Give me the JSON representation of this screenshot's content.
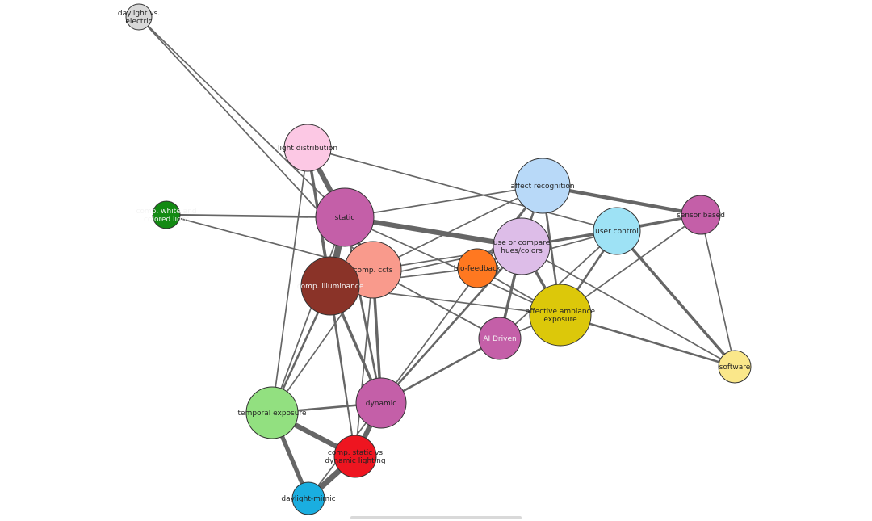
{
  "graph": {
    "nodes": [
      {
        "id": "daylight-vs-electric",
        "lines": [
          "daylight vs.",
          "electric"
        ],
        "color": "#d9d9d9"
      },
      {
        "id": "light-distribution",
        "lines": [
          "light distribution"
        ],
        "color": "#fcc8e4"
      },
      {
        "id": "comp-white-colored",
        "lines": [
          "comp. white and",
          "colored light"
        ],
        "color": "#138a13"
      },
      {
        "id": "static",
        "lines": [
          "static"
        ],
        "color": "#c45fa8"
      },
      {
        "id": "comp-ccts",
        "lines": [
          "comp. ccts"
        ],
        "color": "#f99a8c"
      },
      {
        "id": "comp-illuminance",
        "lines": [
          "comp. illuminance"
        ],
        "color": "#8a3328"
      },
      {
        "id": "affect-recognition",
        "lines": [
          "affect recognition"
        ],
        "color": "#b8d9f8"
      },
      {
        "id": "sensor-based",
        "lines": [
          "sensor based"
        ],
        "color": "#c45fa8"
      },
      {
        "id": "user-control",
        "lines": [
          "user control"
        ],
        "color": "#9ee2f5"
      },
      {
        "id": "hues-colors",
        "lines": [
          "use or compare",
          "hues/colors"
        ],
        "color": "#ddbde8"
      },
      {
        "id": "bio-feedback",
        "lines": [
          "bio-feedback"
        ],
        "color": "#ff7820"
      },
      {
        "id": "affective-ambiance",
        "lines": [
          "affective ambiance",
          "exposure"
        ],
        "color": "#dcc80a"
      },
      {
        "id": "ai-driven",
        "lines": [
          "AI Driven"
        ],
        "color": "#c45fa8"
      },
      {
        "id": "software",
        "lines": [
          "software"
        ],
        "color": "#fae78a"
      },
      {
        "id": "dynamic",
        "lines": [
          "dynamic"
        ],
        "color": "#c45fa8"
      },
      {
        "id": "temporal-exposure",
        "lines": [
          "temporal exposure"
        ],
        "color": "#92e080"
      },
      {
        "id": "comp-static-dynamic",
        "lines": [
          "comp. static vs",
          "dynamic lighting"
        ],
        "color": "#ee1520"
      },
      {
        "id": "daylight-mimic",
        "lines": [
          "daylight-mimic"
        ],
        "color": "#1aaee0"
      }
    ],
    "edges": [
      {
        "source": "daylight-vs-electric",
        "target": "static",
        "weight": 1
      },
      {
        "source": "daylight-vs-electric",
        "target": "comp-ccts",
        "weight": 1
      },
      {
        "source": "light-distribution",
        "target": "static",
        "weight": 6
      },
      {
        "source": "light-distribution",
        "target": "comp-illuminance",
        "weight": 3
      },
      {
        "source": "light-distribution",
        "target": "user-control",
        "weight": 1
      },
      {
        "source": "light-distribution",
        "target": "temporal-exposure",
        "weight": 1
      },
      {
        "source": "light-distribution",
        "target": "comp-static-dynamic",
        "weight": 1
      },
      {
        "source": "comp-white-colored",
        "target": "static",
        "weight": 2
      },
      {
        "source": "comp-white-colored",
        "target": "comp-ccts",
        "weight": 1
      },
      {
        "source": "static",
        "target": "comp-illuminance",
        "weight": 8
      },
      {
        "source": "static",
        "target": "comp-ccts",
        "weight": 4
      },
      {
        "source": "static",
        "target": "hues-colors",
        "weight": 6
      },
      {
        "source": "static",
        "target": "affect-recognition",
        "weight": 1
      },
      {
        "source": "static",
        "target": "temporal-exposure",
        "weight": 1
      },
      {
        "source": "static",
        "target": "dynamic",
        "weight": 2
      },
      {
        "source": "static",
        "target": "affective-ambiance",
        "weight": 1
      },
      {
        "source": "comp-ccts",
        "target": "comp-illuminance",
        "weight": 4
      },
      {
        "source": "comp-ccts",
        "target": "dynamic",
        "weight": 3
      },
      {
        "source": "comp-ccts",
        "target": "affect-recognition",
        "weight": 1
      },
      {
        "source": "comp-ccts",
        "target": "hues-colors",
        "weight": 1
      },
      {
        "source": "comp-ccts",
        "target": "temporal-exposure",
        "weight": 1
      },
      {
        "source": "comp-ccts",
        "target": "comp-static-dynamic",
        "weight": 1
      },
      {
        "source": "comp-ccts",
        "target": "ai-driven",
        "weight": 1
      },
      {
        "source": "comp-illuminance",
        "target": "temporal-exposure",
        "weight": 2
      },
      {
        "source": "comp-illuminance",
        "target": "dynamic",
        "weight": 3
      },
      {
        "source": "comp-illuminance",
        "target": "comp-static-dynamic",
        "weight": 1
      },
      {
        "source": "comp-illuminance",
        "target": "affective-ambiance",
        "weight": 1
      },
      {
        "source": "comp-illuminance",
        "target": "hues-colors",
        "weight": 1
      },
      {
        "source": "affect-recognition",
        "target": "sensor-based",
        "weight": 4
      },
      {
        "source": "affect-recognition",
        "target": "hues-colors",
        "weight": 2
      },
      {
        "source": "affect-recognition",
        "target": "affective-ambiance",
        "weight": 2
      },
      {
        "source": "affect-recognition",
        "target": "bio-feedback",
        "weight": 1
      },
      {
        "source": "affect-recognition",
        "target": "dynamic",
        "weight": 1
      },
      {
        "source": "sensor-based",
        "target": "user-control",
        "weight": 2
      },
      {
        "source": "sensor-based",
        "target": "hues-colors",
        "weight": 2
      },
      {
        "source": "sensor-based",
        "target": "affective-ambiance",
        "weight": 1
      },
      {
        "source": "sensor-based",
        "target": "software",
        "weight": 1
      },
      {
        "source": "user-control",
        "target": "hues-colors",
        "weight": 2
      },
      {
        "source": "user-control",
        "target": "affective-ambiance",
        "weight": 2
      },
      {
        "source": "user-control",
        "target": "software",
        "weight": 3
      },
      {
        "source": "user-control",
        "target": "bio-feedback",
        "weight": 1
      },
      {
        "source": "user-control",
        "target": "ai-driven",
        "weight": 1
      },
      {
        "source": "hues-colors",
        "target": "affective-ambiance",
        "weight": 3
      },
      {
        "source": "hues-colors",
        "target": "ai-driven",
        "weight": 3
      },
      {
        "source": "hues-colors",
        "target": "dynamic",
        "weight": 2
      },
      {
        "source": "hues-colors",
        "target": "bio-feedback",
        "weight": 1
      },
      {
        "source": "hues-colors",
        "target": "software",
        "weight": 1
      },
      {
        "source": "bio-feedback",
        "target": "affective-ambiance",
        "weight": 1
      },
      {
        "source": "bio-feedback",
        "target": "comp-illuminance",
        "weight": 1
      },
      {
        "source": "affective-ambiance",
        "target": "software",
        "weight": 2
      },
      {
        "source": "affective-ambiance",
        "target": "ai-driven",
        "weight": 1
      },
      {
        "source": "ai-driven",
        "target": "dynamic",
        "weight": 2
      },
      {
        "source": "ai-driven",
        "target": "comp-ccts",
        "weight": 1
      },
      {
        "source": "dynamic",
        "target": "temporal-exposure",
        "weight": 2
      },
      {
        "source": "dynamic",
        "target": "comp-static-dynamic",
        "weight": 6
      },
      {
        "source": "dynamic",
        "target": "daylight-mimic",
        "weight": 1
      },
      {
        "source": "temporal-exposure",
        "target": "comp-static-dynamic",
        "weight": 6
      },
      {
        "source": "temporal-exposure",
        "target": "daylight-mimic",
        "weight": 5
      },
      {
        "source": "comp-static-dynamic",
        "target": "daylight-mimic",
        "weight": 7
      }
    ]
  }
}
